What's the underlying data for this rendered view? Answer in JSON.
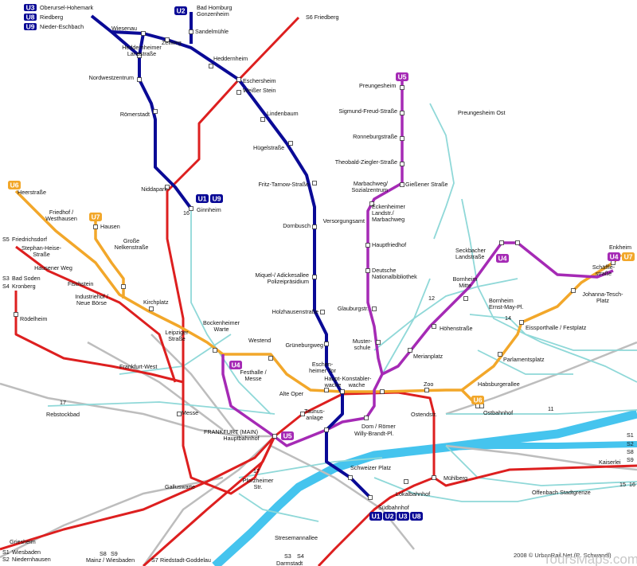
{
  "colors": {
    "river": "#45c4ee",
    "u1_u2_u3": "#0a0a96",
    "u4": "#a52ab5",
    "u6_u7": "#f2a72a",
    "s_bahn": "#dd1f1f",
    "tram": "#8fd8d8",
    "rail": "#bdbdbd"
  },
  "legend": [
    {
      "badge": "U3",
      "label": "Oberursel-Hohemark"
    },
    {
      "badge": "U8",
      "label": "Riedberg"
    },
    {
      "badge": "U9",
      "label": "Nieder-Eschbach"
    }
  ],
  "line_badges": [
    "U1",
    "U9",
    "U5",
    "U6",
    "U7",
    "U4",
    "U4",
    "U7",
    "U4",
    "U5",
    "U6",
    "U2",
    "U1",
    "U2",
    "U3",
    "U8"
  ],
  "stations": [
    "Bad Homburg",
    "Gonzenheim",
    "Sandelmühle",
    "S6 Friedberg",
    "Wiesenau",
    "Zeilweg",
    "Heddernheimer",
    "Landstraße",
    "Heddernheim",
    "Nordwestzentrum",
    "Eschersheim",
    "Weißer Stein",
    "Römerstadt",
    "Lindenbaum",
    "Hügelstraße",
    "Niddapark",
    "Ginnheim",
    "16",
    "Fritz-Tarnow-Straße",
    "Dornbusch",
    "Preungesheim",
    "Sigmund-Freud-Straße",
    "Ronneburgstraße",
    "Theobald-Ziegler-Straße",
    "Gießener Straße",
    "Marbachweg/",
    "Sozialzentrum",
    "Eckenheimer",
    "Landstr./",
    "Marbachweg",
    "Versorgungsamt",
    "Hauptfriedhof",
    "Deutsche",
    "Nationalbibliothek",
    "Preungesheim Ost",
    "Heerstraße",
    "Friedhof /",
    "Westhausen",
    "Hausen",
    "S5",
    "Friedrichsdorf",
    "Stephan-Heise-",
    "Straße",
    "Große",
    "Nelkenstraße",
    "Hausener Weg",
    "Fischstein",
    "S3",
    "Bad Soden",
    "S4",
    "Kronberg",
    "Industriehof /",
    "Neue Börse",
    "Kirchplatz",
    "Miquel-/ Adickesallee",
    "Polizeipräsidium",
    "Holzhausenstraße",
    "Rödelheim",
    "Leipziger",
    "Straße",
    "Bockenheimer",
    "Warte",
    "Westend",
    "Grüneburgweg",
    "Glauburgstr.",
    "Muster-",
    "schule",
    "Seckbacher",
    "Landstraße",
    "Bornheim",
    "Mitte",
    "Höhenstraße",
    "Bornheim",
    "Ernst-May-Pl.",
    "12",
    "14",
    "Enkheim",
    "Schäffle-",
    "straße",
    "Johanna-Tesch-",
    "Platz",
    "Eissporthalle / Festplatz",
    "Merianplatz",
    "Parlamentsplatz",
    "Frankfurt-West",
    "Eschen-",
    "heimer Tor",
    "Haupt-",
    "wache",
    "Konstabler-",
    "wache",
    "Zoo",
    "Festhalle /",
    "Messe",
    "Alte Oper",
    "Habsburgerallee",
    "Ostbahnhof",
    "11",
    "17",
    "Rebstockbad",
    "Messe",
    "Taunus-",
    "anlage",
    "Ostendstr.",
    "FRANKFURT (MAIN)",
    "Hauptbahnhof",
    "Dom / Römer",
    "Willy-Brandt-Pl.",
    "S1",
    "S2",
    "S8",
    "S9",
    "17",
    "Schweizer Platz",
    "Kaiserlei",
    "Mühlberg",
    "Galluswarte",
    "Pforzheimer",
    "Str.",
    "15",
    "16",
    "Offenbach Stadtgrenze",
    "Lokalbahnhof",
    "Südbahnhof",
    "Griesheim",
    "S1",
    "Wiesbaden",
    "S2",
    "Niedernhausen",
    "S8",
    "S9",
    "Mainz / Wiesbaden",
    "S7",
    "Riedstadt-Goddelau",
    "Stresemannallee",
    "S3",
    "S4",
    "Darmstadt"
  ],
  "credit": "2008 © UrbanRail.Net (R. Schwandl)",
  "watermark": "ToursMaps.com"
}
